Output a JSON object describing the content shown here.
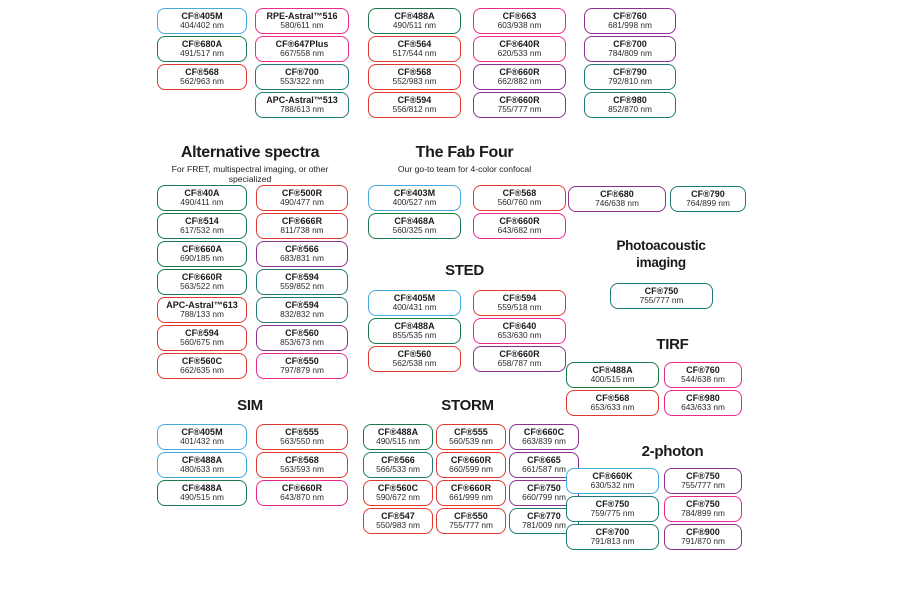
{
  "colors": {
    "blue": "#45aade",
    "green": "#1a7a4a",
    "red": "#e2382f",
    "pink": "#ea2a8c",
    "purple": "#8b3191",
    "teal": "#1e7b75"
  },
  "chart_data": {
    "type": "table",
    "sections": [
      {
        "id": "top-grid",
        "title": "",
        "subtitle": "",
        "columns": [
          [
            {
              "name": "CF®405M",
              "spec": "404/402 nm",
              "color": "blue"
            },
            {
              "name": "CF®680A",
              "spec": "491/517 nm",
              "color": "green"
            },
            {
              "name": "CF®568",
              "spec": "562/963 nm",
              "color": "red"
            }
          ],
          [
            {
              "name": "RPE-Astral™516",
              "spec": "580/611 nm",
              "color": "pink"
            },
            {
              "name": "CF®647Plus",
              "spec": "667/558 nm",
              "color": "pink"
            },
            {
              "name": "CF®700",
              "spec": "553/322 nm",
              "color": "teal"
            },
            {
              "name": "APC-Astral™513",
              "spec": "788/613 nm",
              "color": "teal"
            }
          ],
          [
            {
              "name": "CF®488A",
              "spec": "490/511 nm",
              "color": "green"
            },
            {
              "name": "CF®564",
              "spec": "517/544 nm",
              "color": "red"
            },
            {
              "name": "CF®568",
              "spec": "552/983 nm",
              "color": "red"
            },
            {
              "name": "CF®594",
              "spec": "556/812 nm",
              "color": "red"
            }
          ],
          [
            {
              "name": "CF®663",
              "spec": "603/938 nm",
              "color": "pink"
            },
            {
              "name": "CF®640R",
              "spec": "620/533 nm",
              "color": "pink"
            },
            {
              "name": "CF®660R",
              "spec": "662/882 nm",
              "color": "purple"
            },
            {
              "name": "CF®660R",
              "spec": "755/777 nm",
              "color": "purple"
            }
          ],
          [
            {
              "name": "CF®760",
              "spec": "681/998 nm",
              "color": "purple"
            },
            {
              "name": "CF®700",
              "spec": "784/809 nm",
              "color": "purple"
            },
            {
              "name": "CF®790",
              "spec": "792/810 nm",
              "color": "teal"
            },
            {
              "name": "CF®980",
              "spec": "852/870 nm",
              "color": "teal"
            }
          ]
        ]
      },
      {
        "id": "alternative-spectra",
        "title": "Alternative spectra",
        "subtitle": "For FRET, multispectral imaging, or other specialized",
        "columns": [
          [
            {
              "name": "CF®40A",
              "spec": "490/411 nm",
              "color": "green"
            },
            {
              "name": "CF®514",
              "spec": "617/532 nm",
              "color": "green"
            },
            {
              "name": "CF®660A",
              "spec": "690/185 nm",
              "color": "green"
            },
            {
              "name": "CF®660R",
              "spec": "563/522 nm",
              "color": "green"
            },
            {
              "name": "APC-Astral™613",
              "spec": "788/133 nm",
              "color": "red"
            },
            {
              "name": "CF®594",
              "spec": "560/675 nm",
              "color": "red"
            },
            {
              "name": "CF®560C",
              "spec": "662/635 nm",
              "color": "red"
            }
          ],
          [
            {
              "name": "CF®500R",
              "spec": "490/477 nm",
              "color": "red"
            },
            {
              "name": "CF®666R",
              "spec": "811/738 nm",
              "color": "red"
            },
            {
              "name": "CF®566",
              "spec": "683/831 nm",
              "color": "purple"
            },
            {
              "name": "CF®594",
              "spec": "559/852 nm",
              "color": "teal"
            },
            {
              "name": "CF®594",
              "spec": "832/832 nm",
              "color": "teal"
            },
            {
              "name": "CF®560",
              "spec": "853/673 nm",
              "color": "purple"
            },
            {
              "name": "CF®550",
              "spec": "797/879 nm",
              "color": "pink"
            }
          ]
        ]
      },
      {
        "id": "fab-four",
        "title": "The Fab Four",
        "subtitle": "Our go-to team for 4-color confocal",
        "columns": [
          [
            {
              "name": "CF®403M",
              "spec": "400/527 nm",
              "color": "blue"
            },
            {
              "name": "CF®468A",
              "spec": "560/325 nm",
              "color": "green"
            }
          ],
          [
            {
              "name": "CF®568",
              "spec": "560/760 nm",
              "color": "red"
            },
            {
              "name": "CF®660R",
              "spec": "643/682 nm",
              "color": "pink"
            }
          ]
        ]
      },
      {
        "id": "sted",
        "title": "STED",
        "subtitle": "",
        "columns": [
          [
            {
              "name": "CF®405M",
              "spec": "400/431 nm",
              "color": "blue"
            },
            {
              "name": "CF®488A",
              "spec": "855/535 nm",
              "color": "green"
            },
            {
              "name": "CF®560",
              "spec": "562/538 nm",
              "color": "red"
            }
          ],
          [
            {
              "name": "CF®594",
              "spec": "559/518 nm",
              "color": "red"
            },
            {
              "name": "CF®640",
              "spec": "653/630 nm",
              "color": "pink"
            },
            {
              "name": "CF®660R",
              "spec": "658/787 nm",
              "color": "purple"
            }
          ]
        ]
      },
      {
        "id": "sim",
        "title": "SIM",
        "subtitle": "",
        "columns": [
          [
            {
              "name": "CF®405M",
              "spec": "401/432 nm",
              "color": "blue"
            },
            {
              "name": "CF®488A",
              "spec": "480/633 nm",
              "color": "blue"
            },
            {
              "name": "CF®488A",
              "spec": "490/515 nm",
              "color": "green"
            }
          ],
          [
            {
              "name": "CF®555",
              "spec": "563/550 nm",
              "color": "red"
            },
            {
              "name": "CF®568",
              "spec": "563/593 nm",
              "color": "red"
            },
            {
              "name": "CF®660R",
              "spec": "643/870 nm",
              "color": "pink"
            }
          ]
        ]
      },
      {
        "id": "storm",
        "title": "STORM",
        "subtitle": "",
        "columns": [
          [
            {
              "name": "CF®488A",
              "spec": "490/515 nm",
              "color": "green"
            },
            {
              "name": "CF®566",
              "spec": "566/533 nm",
              "color": "teal"
            },
            {
              "name": "CF®560C",
              "spec": "590/672 nm",
              "color": "red"
            },
            {
              "name": "CF®547",
              "spec": "550/983 nm",
              "color": "red"
            }
          ],
          [
            {
              "name": "CF®555",
              "spec": "560/539 nm",
              "color": "red"
            },
            {
              "name": "CF®660R",
              "spec": "660/599 nm",
              "color": "red"
            },
            {
              "name": "CF®660R",
              "spec": "661/999 nm",
              "color": "red"
            },
            {
              "name": "CF®550",
              "spec": "755/777 nm",
              "color": "red"
            }
          ],
          [
            {
              "name": "CF®660C",
              "spec": "663/839 nm",
              "color": "purple"
            },
            {
              "name": "CF®665",
              "spec": "661/587 nm",
              "color": "purple"
            },
            {
              "name": "CF®750",
              "spec": "660/799 nm",
              "color": "purple"
            },
            {
              "name": "CF®770",
              "spec": "781/009 nm",
              "color": "teal"
            }
          ]
        ]
      },
      {
        "id": "highlight-pair",
        "title": "",
        "subtitle": "",
        "columns": [
          [
            {
              "name": "CF®680",
              "spec": "746/638 nm",
              "color": "purple"
            }
          ],
          [
            {
              "name": "CF®790",
              "spec": "764/899 nm",
              "color": "teal"
            }
          ]
        ]
      },
      {
        "id": "photoacoustic-imaging",
        "title": "Photoacoustic imaging",
        "subtitle": "",
        "columns": [
          [
            {
              "name": "CF®750",
              "spec": "755/777 nm",
              "color": "teal"
            }
          ]
        ]
      },
      {
        "id": "tirf",
        "title": "TIRF",
        "subtitle": "",
        "columns": [
          [
            {
              "name": "CF®488A",
              "spec": "400/515 nm",
              "color": "green"
            },
            {
              "name": "CF®568",
              "spec": "653/633 nm",
              "color": "red"
            }
          ],
          [
            {
              "name": "CF®760",
              "spec": "544/638 nm",
              "color": "pink"
            },
            {
              "name": "CF®980",
              "spec": "643/633 nm",
              "color": "pink"
            }
          ]
        ]
      },
      {
        "id": "two-photon",
        "title": "2-photon",
        "subtitle": "",
        "columns": [
          [
            {
              "name": "CF®660K",
              "spec": "630/532 nm",
              "color": "blue"
            },
            {
              "name": "CF®750",
              "spec": "759/775 nm",
              "color": "teal"
            },
            {
              "name": "CF®700",
              "spec": "791/813 nm",
              "color": "teal"
            }
          ],
          [
            {
              "name": "CF®750",
              "spec": "755/777 nm",
              "color": "purple"
            },
            {
              "name": "CF®750",
              "spec": "784/899 nm",
              "color": "pink"
            },
            {
              "name": "CF®900",
              "spec": "791/870 nm",
              "color": "purple"
            }
          ]
        ]
      }
    ]
  }
}
